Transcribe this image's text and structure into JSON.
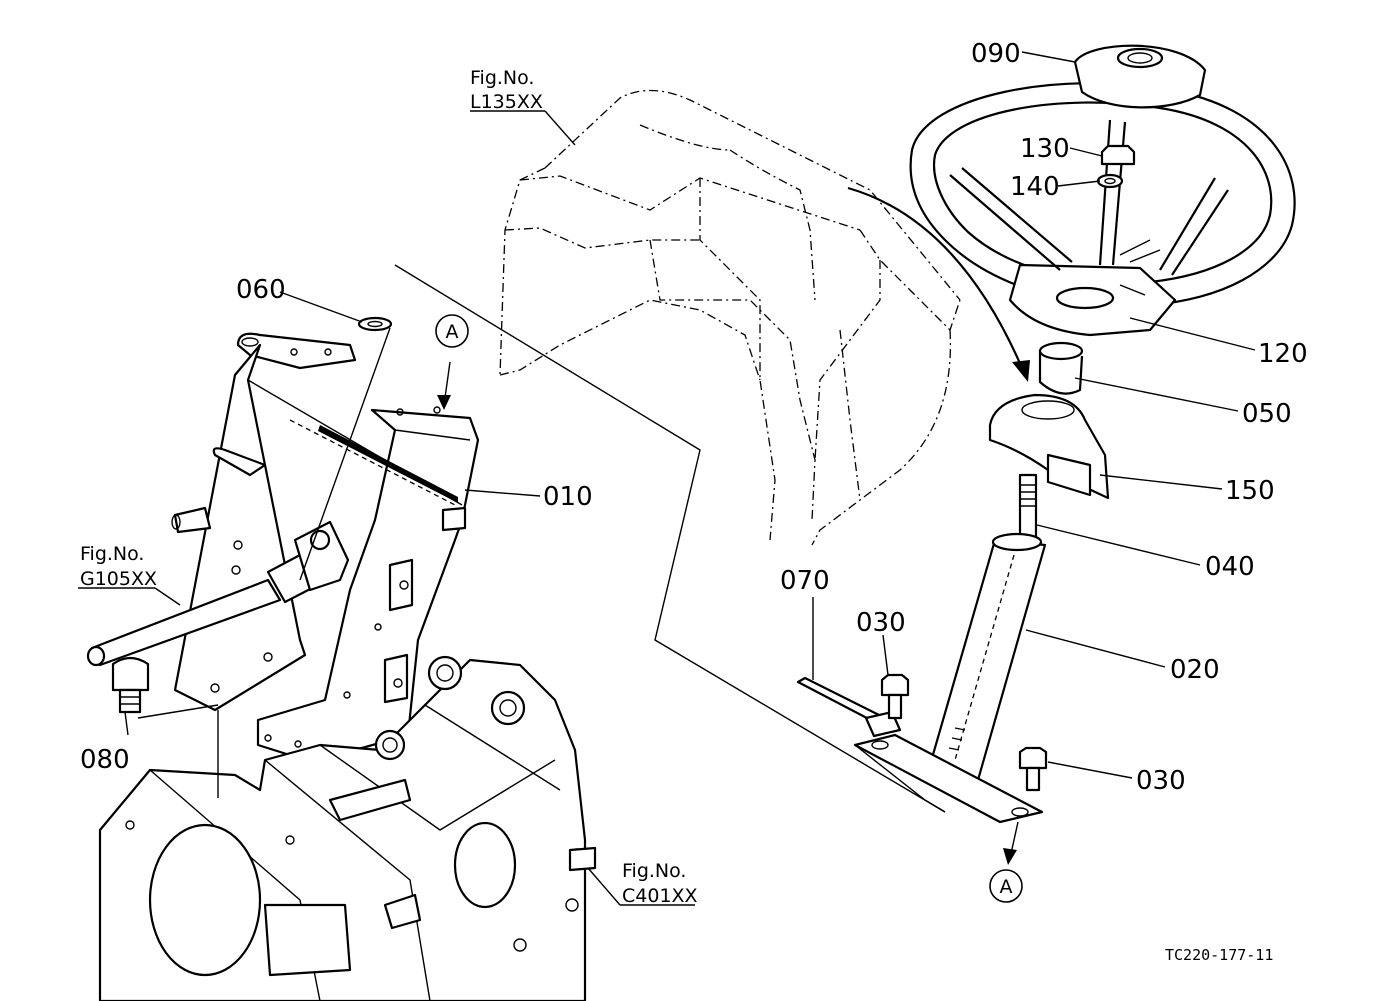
{
  "diagram_id": "TC220-177-11",
  "fig_refs": [
    {
      "fig_label": "Fig.No.",
      "code": "L135XX"
    },
    {
      "fig_label": "Fig.No.",
      "code": "G105XX"
    },
    {
      "fig_label": "Fig.No.",
      "code": "C401XX"
    }
  ],
  "view_marker": "A",
  "parts": {
    "p010": "010",
    "p020": "020",
    "p030a": "030",
    "p030b": "030",
    "p040": "040",
    "p050": "050",
    "p060": "060",
    "p070": "070",
    "p080": "080",
    "p090": "090",
    "p120": "120",
    "p130": "130",
    "p140": "140",
    "p150": "150"
  }
}
